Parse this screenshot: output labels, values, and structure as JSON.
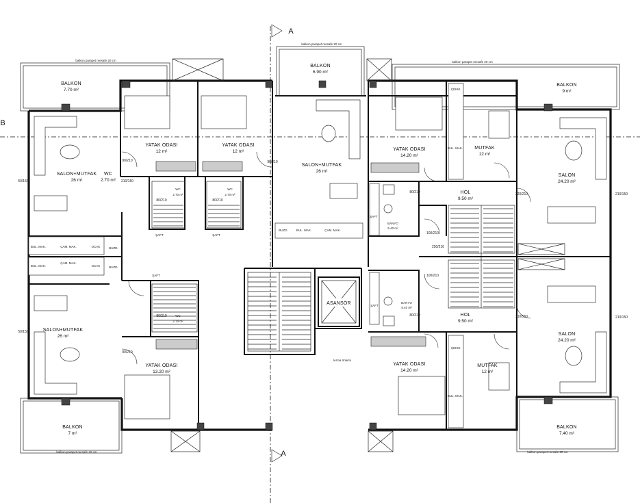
{
  "section_marks": {
    "a": "A",
    "b": "B"
  },
  "rooms": {
    "balkon_tl": {
      "name": "BALKON",
      "area": "7.70 m²"
    },
    "balkon_top": {
      "name": "BALKON",
      "area": "6.90 m²"
    },
    "balkon_tr": {
      "name": "BALKON",
      "area": "9 m²"
    },
    "balkon_bl": {
      "name": "BALKON",
      "area": "7 m²"
    },
    "balkon_br": {
      "name": "BALKON",
      "area": "7.40 m²"
    },
    "yatak_1": {
      "name": "YATAK ODASI",
      "area": "12 m²"
    },
    "yatak_2": {
      "name": "YATAK ODASI",
      "area": "12 m²"
    },
    "yatak_3": {
      "name": "YATAK ODASI",
      "area": "14.20 m²"
    },
    "yatak_4": {
      "name": "YATAK ODASI",
      "area": "13.20 m²"
    },
    "yatak_5": {
      "name": "YATAK ODASI",
      "area": "14.20 m²"
    },
    "salon_tl": {
      "name": "SALON+MUTFAK",
      "area": "26 m²"
    },
    "salon_top": {
      "name": "SALON+MUTFAK",
      "area": "26 m²"
    },
    "salon_bl": {
      "name": "SALON+MUTFAK",
      "area": "26 m²"
    },
    "salon_tr": {
      "name": "SALON",
      "area": "24.20 m²"
    },
    "salon_br": {
      "name": "SALON",
      "area": "24.20 m²"
    },
    "wc_1": {
      "name": "WC",
      "area": "2.70 m²"
    },
    "wc_2": {
      "name": "WC",
      "area": "2.70 m²"
    },
    "wc_3": {
      "name": "WC",
      "area": "2.70 m²"
    },
    "wc_4": {
      "name": "WC",
      "area": "2.70 m²"
    },
    "mutfak_tr": {
      "name": "MUTFAK",
      "area": "12 m²"
    },
    "mutfak_br": {
      "name": "MUTFAK",
      "area": "12 m²"
    },
    "hol_tr": {
      "name": "HOL",
      "area": "9.50 m²"
    },
    "hol_br": {
      "name": "HOL",
      "area": "9.50 m²"
    },
    "banyo_1": {
      "name": "BANYO",
      "area": "5.40 m²"
    },
    "banyo_2": {
      "name": "BANYO",
      "area": "5.40 m²"
    },
    "asansor": {
      "name": "ASANSÖR"
    }
  },
  "labels": {
    "saft": "ŞAFT",
    "bul_mak": "BUL. MAK.",
    "cam_mak": "ÇAM. MAK.",
    "buzd": "BUZD.",
    "ocak": "OCAK",
    "cekm": "ÇEKM.",
    "kirma_onlem": "kırma önlemi",
    "balkon_note": "balkon parapet mesafe 20 cm"
  },
  "dims": {
    "d90_210": "90/210",
    "d80_210": "80/210",
    "d220_210": "220/210",
    "d210_550": "210/550",
    "d210_150": "210/150",
    "d50_150": "50/150",
    "d100_210": "100/210",
    "d250_210": "250/210"
  }
}
